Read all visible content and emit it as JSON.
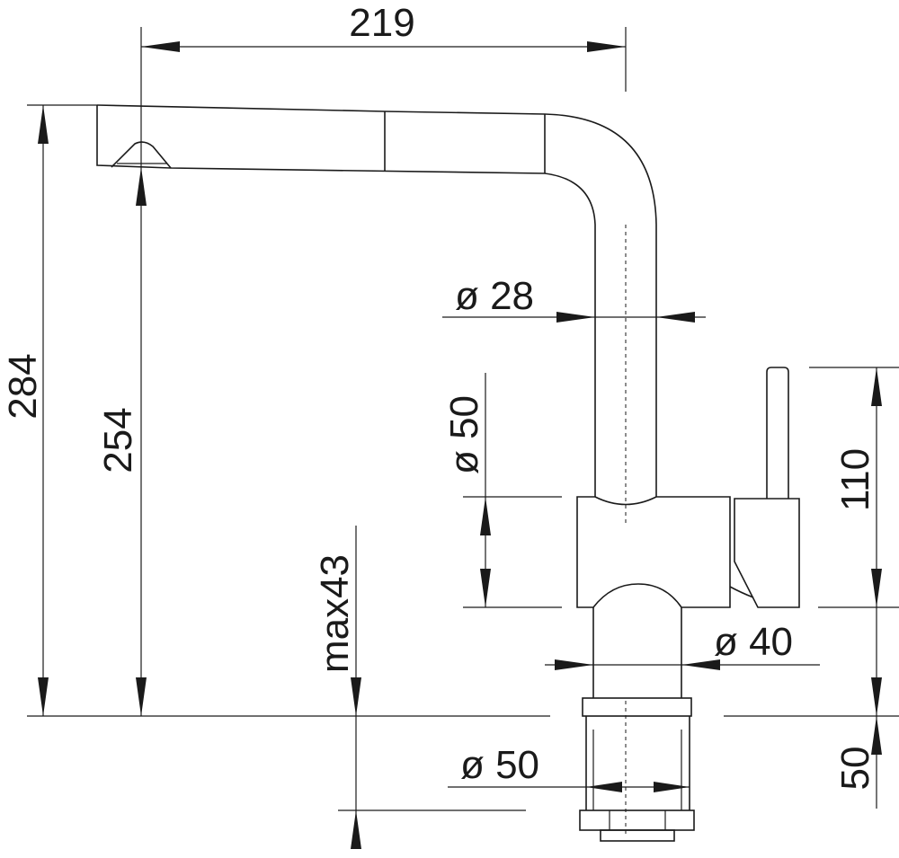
{
  "colors": {
    "line": "#1a1a1a",
    "background": "#ffffff"
  },
  "dimensions": {
    "spout_reach": "219",
    "total_height": "284",
    "spout_height": "254",
    "max_worktop_thickness": "max43",
    "spout_diameter": "ø 28",
    "body_diameter": "ø 50",
    "lever_height": "110",
    "base_diameter": "ø 40",
    "thread_diameter": "ø 50",
    "shank_length": "50"
  }
}
